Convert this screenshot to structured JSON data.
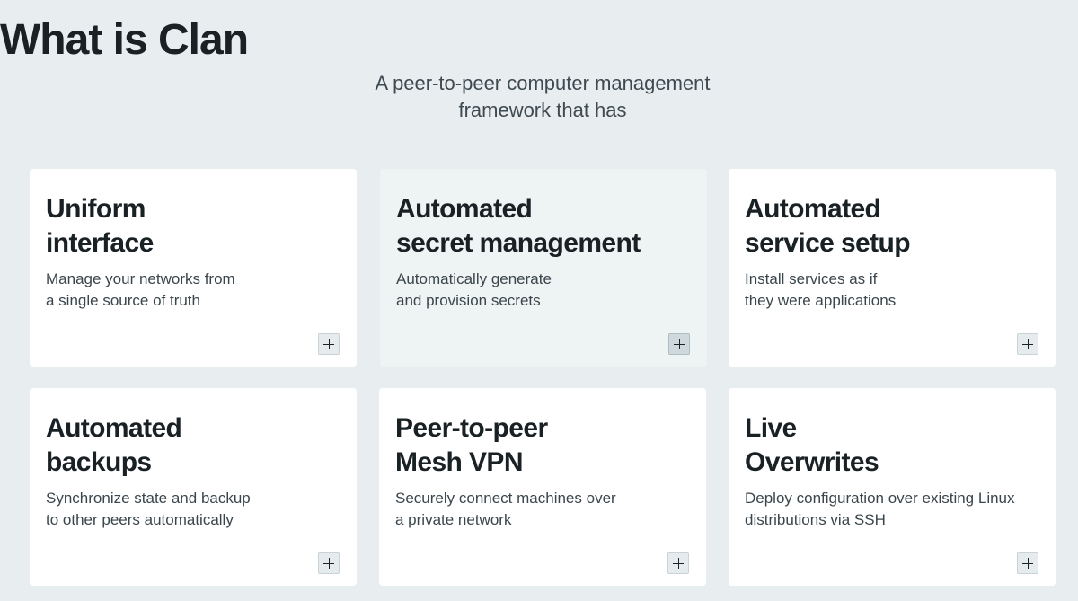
{
  "hero": {
    "title": "What is Clan",
    "subtitle_line1": "A peer-to-peer computer management",
    "subtitle_line2": "framework that has"
  },
  "features": [
    {
      "title1": "Uniform",
      "title2": "interface",
      "desc1": "Manage your networks from",
      "desc2": "a single source of truth",
      "expand_icon": "plus-icon"
    },
    {
      "title1": "Automated",
      "title2": "secret management",
      "desc1": "Automatically generate",
      "desc2": "and provision secrets",
      "expand_icon": "plus-icon"
    },
    {
      "title1": "Automated",
      "title2": "service setup",
      "desc1": "Install services as if",
      "desc2": "they were applications",
      "expand_icon": "plus-icon"
    },
    {
      "title1": "Automated",
      "title2": "backups",
      "desc1": "Synchronize state and backup",
      "desc2": "to other peers automatically",
      "expand_icon": "plus-icon"
    },
    {
      "title1": "Peer-to-peer",
      "title2": "Mesh VPN",
      "desc1": "Securely connect machines over",
      "desc2": "a private network",
      "expand_icon": "plus-icon"
    },
    {
      "title1": "Live",
      "title2": "Overwrites",
      "desc1": "Deploy configuration over existing Linux",
      "desc2": "distributions via SSH",
      "expand_icon": "plus-icon"
    }
  ],
  "colors": {
    "background": "#e8edf0",
    "card": "#ffffff",
    "card_hover": "#eef3f4",
    "text_primary": "#1a2124",
    "text_secondary": "#3a464c"
  }
}
